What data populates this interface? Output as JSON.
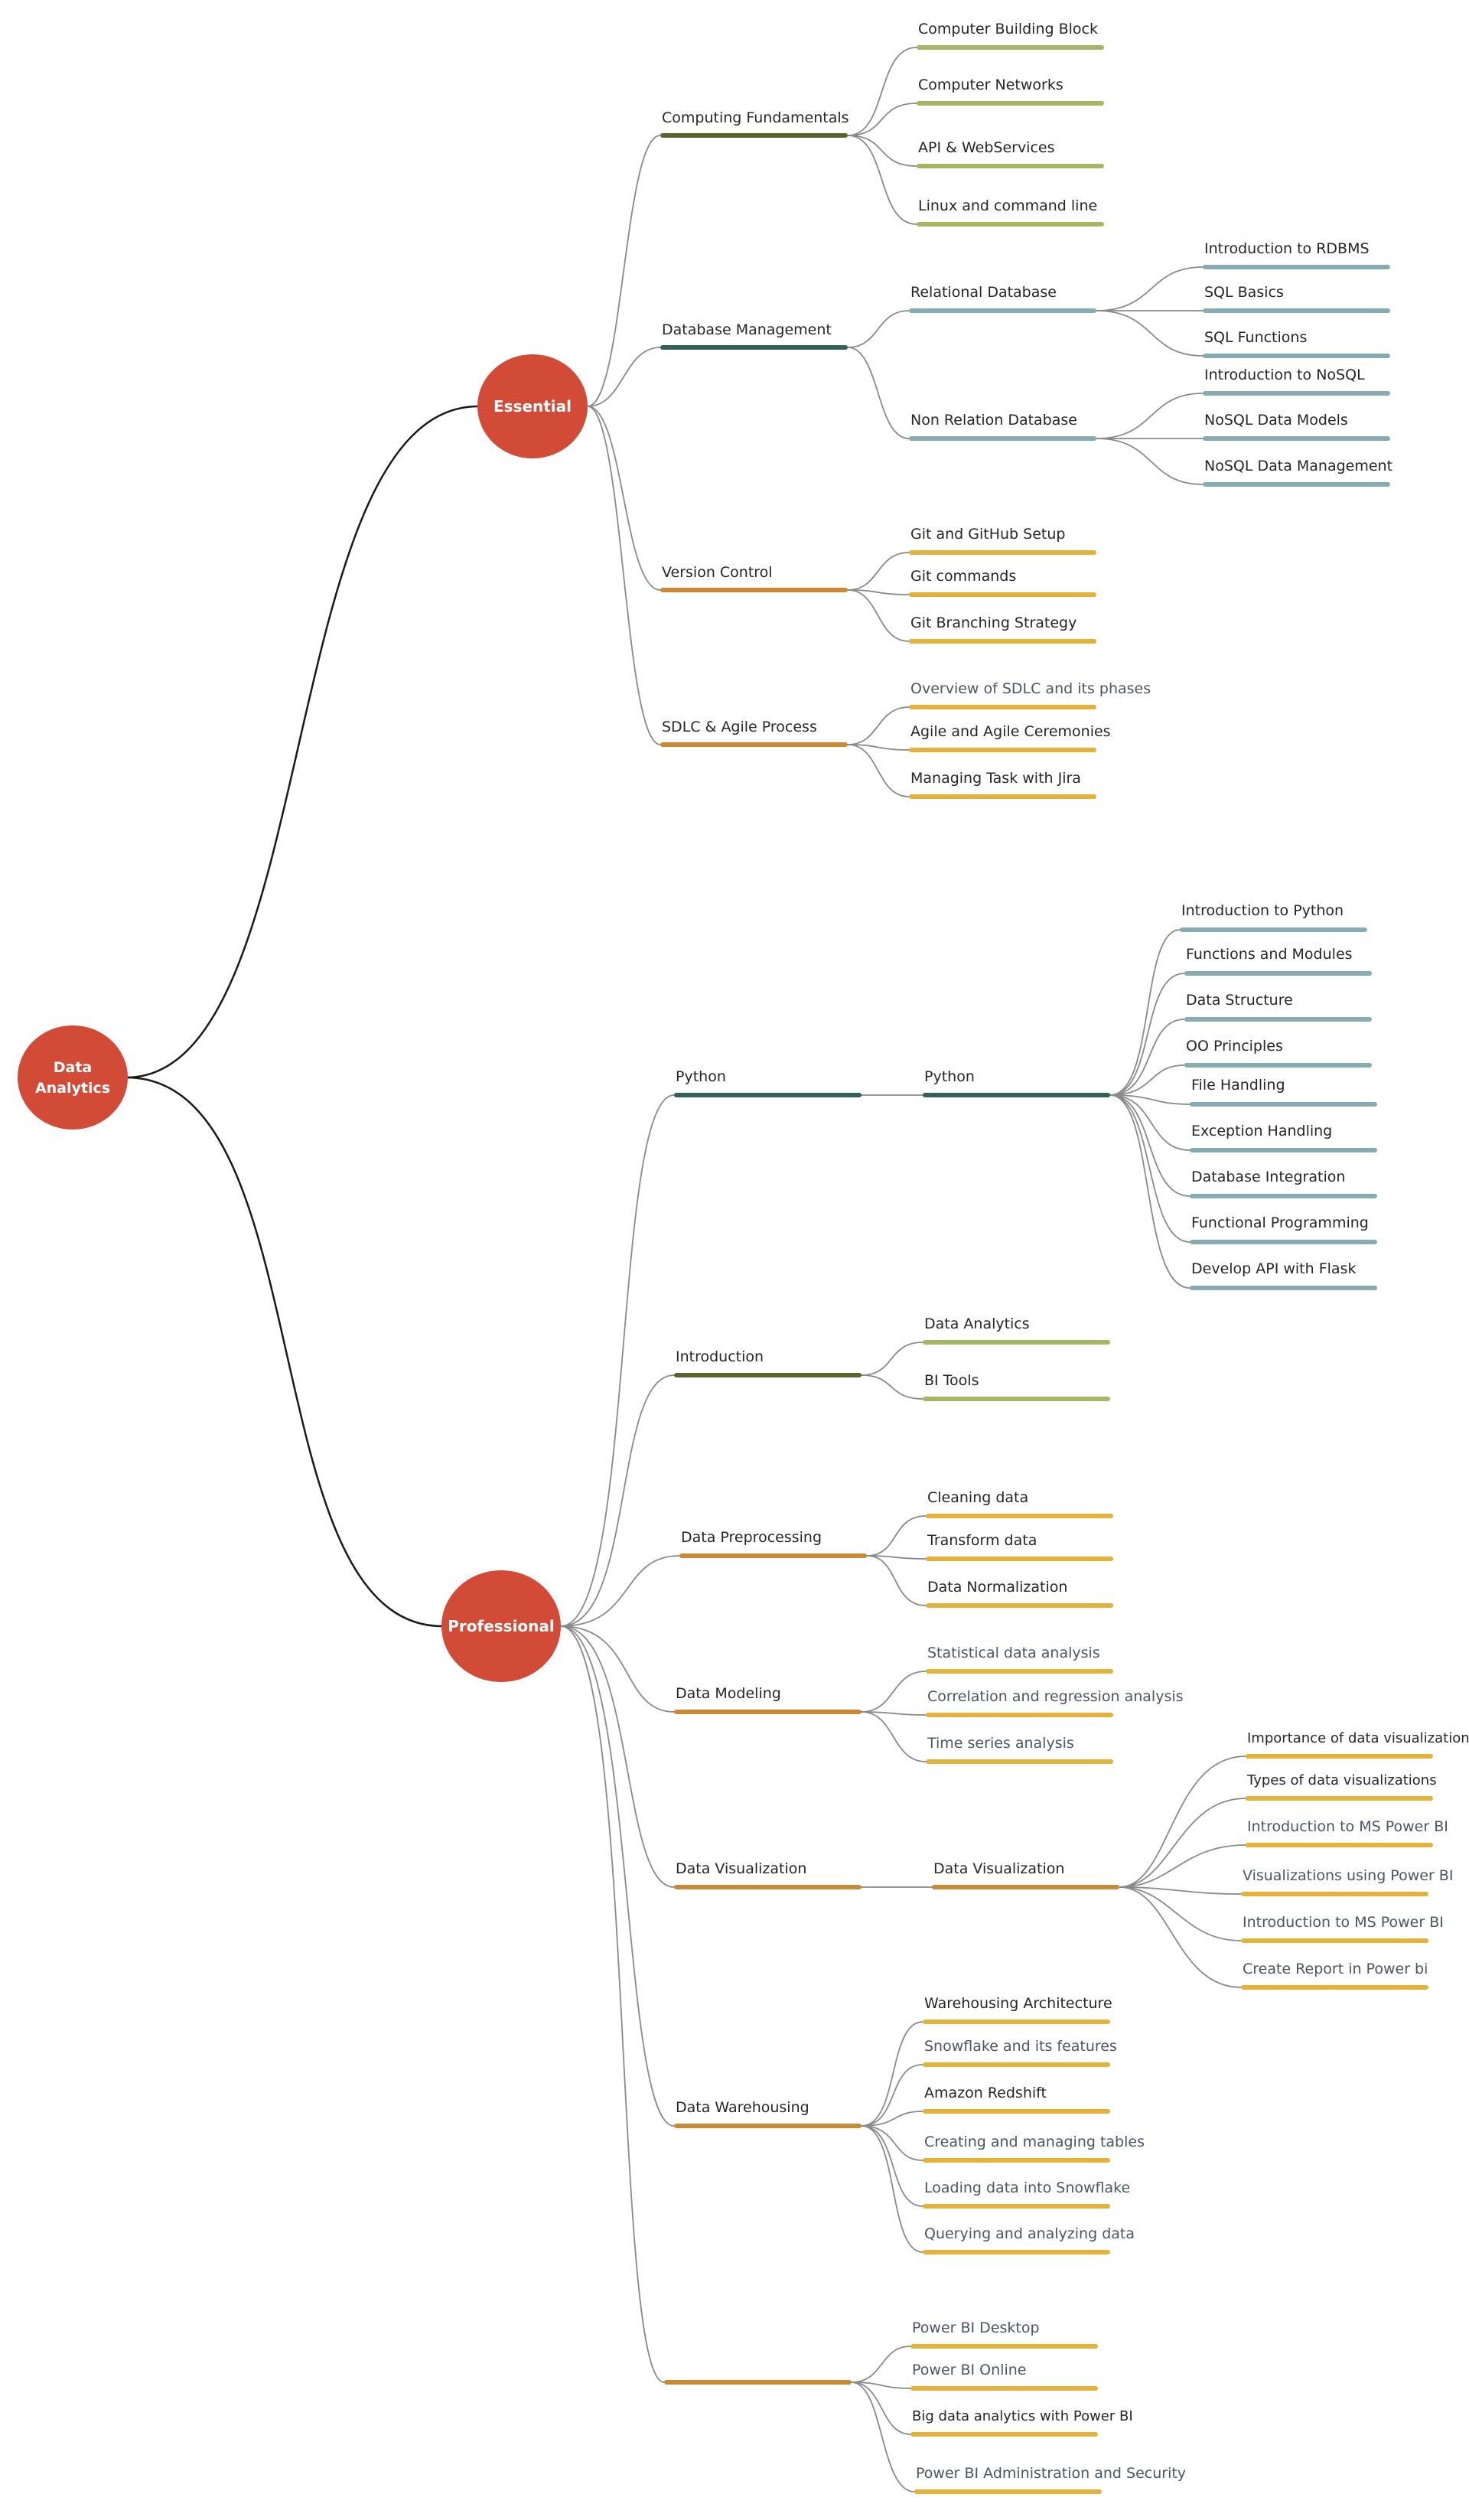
{
  "colors": {
    "node": "#d14b36",
    "dark_olive": "#5b6530",
    "light_olive": "#a4b864",
    "dark_teal": "#355f5b",
    "light_teal": "#86acb2",
    "orange": "#c98a35",
    "yellow": "#e2b23a",
    "connector": "#8a8a8a",
    "main_connector": "#1a1a1a"
  },
  "root": {
    "line1": "Data",
    "line2": "Analytics"
  },
  "essential": {
    "label": "Essential",
    "topics": [
      {
        "label": "Computing Fundamentals",
        "items": [
          "Computer Building Block",
          "Computer Networks",
          "API & WebServices",
          "Linux and command line"
        ]
      },
      {
        "label": "Database Management",
        "groups": [
          {
            "label": "Relational Database",
            "items": [
              "Introduction to RDBMS",
              "SQL Basics",
              "SQL Functions"
            ]
          },
          {
            "label": "Non Relation Database",
            "items": [
              "Introduction to NoSQL",
              "NoSQL Data Models",
              "NoSQL Data Management"
            ]
          }
        ]
      },
      {
        "label": "Version Control",
        "items": [
          "Git and GitHub Setup",
          "Git commands",
          "Git Branching Strategy"
        ]
      },
      {
        "label": "SDLC & Agile Process",
        "items": [
          "Overview of SDLC and its phases",
          "Agile and Agile Ceremonies",
          "Managing Task with Jira"
        ]
      }
    ]
  },
  "professional": {
    "label": "Professional",
    "topics": [
      {
        "label": "Python",
        "sub": "Python",
        "items": [
          "Introduction to Python",
          "Functions and Modules",
          "Data Structure",
          "OO Principles",
          "File Handling",
          "Exception Handling",
          "Database Integration",
          "Functional Programming",
          "Develop API with Flask"
        ]
      },
      {
        "label": "Introduction",
        "items": [
          "Data Analytics",
          "BI Tools"
        ]
      },
      {
        "label": "Data Preprocessing",
        "items": [
          "Cleaning data",
          "Transform data",
          "Data Normalization"
        ]
      },
      {
        "label": "Data Modeling",
        "items": [
          "Statistical data analysis",
          "Correlation and regression analysis",
          "Time series analysis"
        ]
      },
      {
        "label": "Data Visualization",
        "sub": "Data Visualization",
        "items": [
          "Importance of data visualization",
          "Types of data visualizations",
          "Introduction to MS Power BI",
          "Visualizations using Power BI",
          "Introduction to MS Power BI",
          "Create Report in Power bi"
        ]
      },
      {
        "label": "Data Warehousing",
        "items": [
          "Warehousing Architecture",
          "Snowflake and its features",
          "Amazon Redshift",
          "Creating and managing tables",
          "Loading data into Snowflake",
          "Querying and analyzing data"
        ]
      },
      {
        "label": "",
        "items": [
          "Power BI Desktop",
          "Power BI Online",
          "Big data analytics with Power BI",
          "Power BI Administration and Security"
        ]
      }
    ]
  }
}
